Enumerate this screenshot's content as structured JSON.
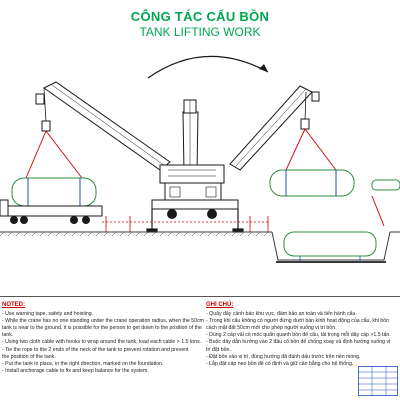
{
  "header": {
    "title_vi": "CÔNG TÁC CẨU BỒN",
    "title_en": "TANK LIFTING WORK"
  },
  "notes_en": {
    "heading": "NOTED:",
    "lines": [
      "- Use warning tape, safety and hoisting.",
      "- While the crane has no one standing under the crane operation radius, when the 50cm",
      "  tank is near to the ground, it is possible for the person to get down to the position of the",
      "  tank.",
      "- Using two cloth cable with hooks to wrap around the tank, load each cable > 1.5 tons.",
      "- Tie the rope to the 2 ends of the neck of the tank to prevent rotation and prevent",
      "  the position of the tank.",
      "- Put the tank in place, in the right direction, marked on the foundation.",
      "- Install anchorage cable to fix and keep balance for the system."
    ]
  },
  "notes_vi": {
    "heading": "GHI CHÚ:",
    "lines": [
      "- Quây dây cảnh báo khu vực, đảm bảo an toàn và tiến hành cẩu.",
      "- Trong khi cẩu không có người đứng dưới bán kính hoạt động của cẩu, khi bồn",
      "  cách mặt đất 50cm mới cho phép người xuống vị trí bồn.",
      "- Dùng 2 cáp vải có móc quấn quanh bồn để cẩu, tải trọng mỗi dây cáp >1.5 tấn.",
      "- Buộc dây dẫn hướng vào 2 đầu cổ bồn để chống xoay và định hướng xuống vị",
      "  trí đặt bồn.",
      "- Đặt bồn vào vị trí, đúng hướng đã đánh dấu trước trên nền móng.",
      "- Lắp đặt cáp neo bồn để cố định và giữ cân bằng cho hệ thống."
    ]
  },
  "colors": {
    "title": "#00a650",
    "crane": "#1a1a1a",
    "tank": "#2e8b3e",
    "rigging": "#d00000",
    "ground": "#3a3a3a",
    "sling": "#1f4fbf",
    "boom_fill": "#ffffff"
  }
}
